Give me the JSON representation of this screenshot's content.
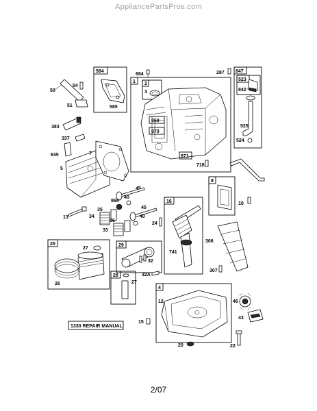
{
  "watermark": "AppliancePartsPros.com",
  "page_number": "2/07",
  "manual_label": "1330 REPAIR MANUAL",
  "labels": {
    "p1": "1",
    "p2": "2",
    "p3": "3",
    "p4": "4",
    "p5": "5",
    "p7": "7",
    "p8": "8",
    "p10": "10",
    "p12": "12",
    "p13": "13",
    "p15": "15",
    "p16": "16",
    "p20": "20",
    "p22": "22",
    "p24": "24",
    "p25": "25",
    "p26": "26",
    "p27a": "27",
    "p27b": "27",
    "p28": "28",
    "p29": "29",
    "p32": "32",
    "p32a": "32A",
    "p33": "33",
    "p34": "34",
    "p35": "35",
    "p36": "36",
    "p40a": "40",
    "p40b": "40",
    "p43": "43",
    "p45a": "45",
    "p45b": "45",
    "p46": "46",
    "p50": "50",
    "p51": "51",
    "p54": "54",
    "p287": "287",
    "p306": "306",
    "p307": "307",
    "p337": "337",
    "p383": "383",
    "p523": "523",
    "p524": "524",
    "p525": "525",
    "p584": "584",
    "p585": "585",
    "p635": "635",
    "p684": "684",
    "p718": "718",
    "p741": "741",
    "p842": "842",
    "p847": "847",
    "p868": "868",
    "p869": "869",
    "p870": "870",
    "p871": "871"
  }
}
